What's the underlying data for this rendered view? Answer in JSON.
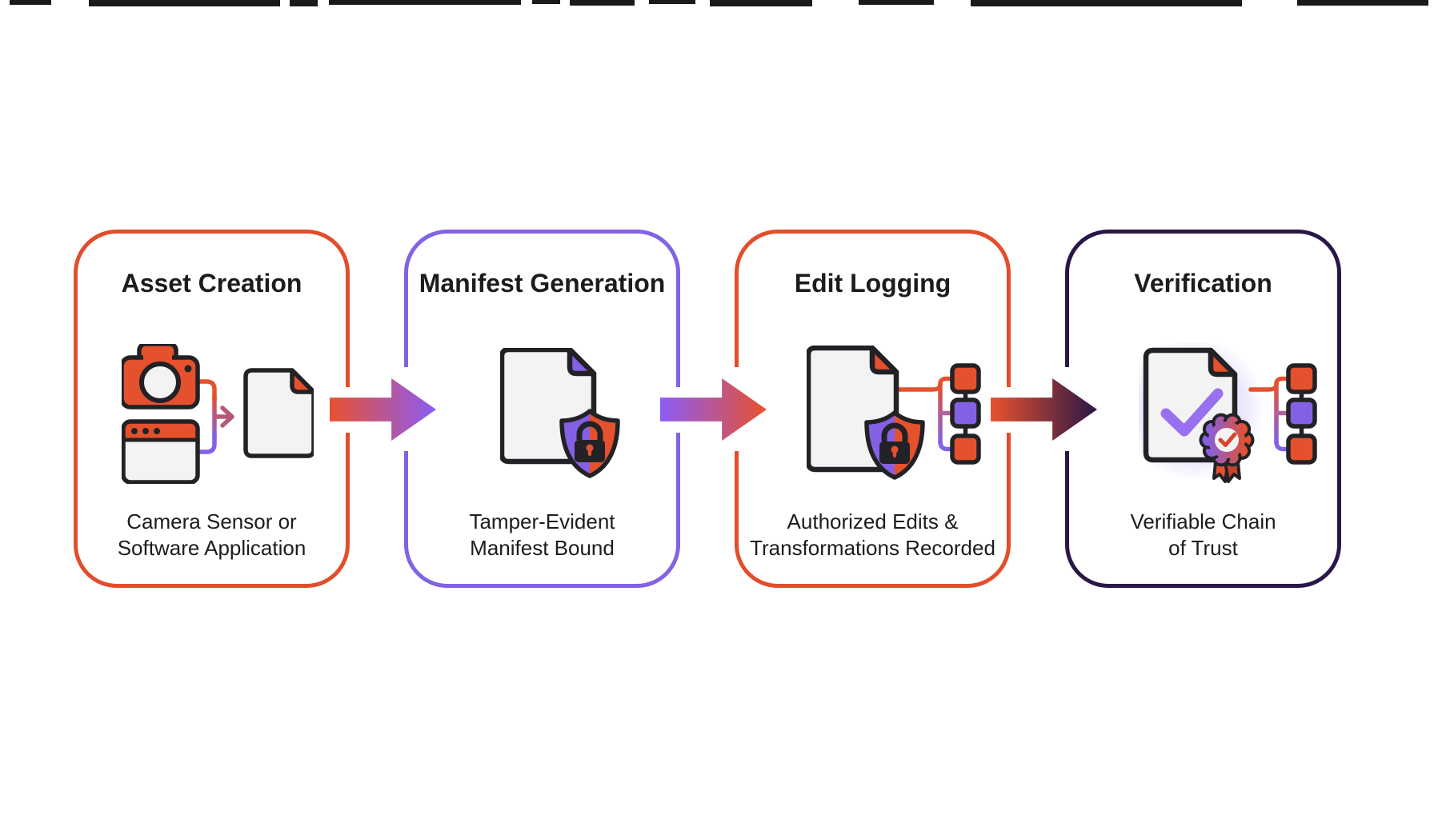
{
  "page": {
    "background": "#FFFFFF"
  },
  "colors": {
    "orange": "#E5512D",
    "purple": "#8461E4",
    "navy": "#2A1747",
    "ink": "#1C1C1E",
    "outline": "#222226",
    "paper": "#F3F3F4",
    "rose": "#B4587C",
    "mauve": "#B4639A",
    "glow": "#9771F0",
    "badge_check": "#D8452E"
  },
  "diagram": {
    "type": "process-flow",
    "direction": "left-to-right",
    "step_count": 4
  },
  "steps": [
    {
      "id": "asset-creation",
      "title": "Asset Creation",
      "caption_lines": [
        "Camera Sensor or",
        "Software Application"
      ],
      "border_color": "#E24E2B",
      "icon": "camera-and-app-window-to-file-icon"
    },
    {
      "id": "manifest-generation",
      "title": "Manifest Generation",
      "caption_lines": [
        "Tamper-Evident",
        "Manifest Bound"
      ],
      "border_color": "#8163E3",
      "icon": "file-with-shield-lock-icon"
    },
    {
      "id": "edit-logging",
      "title": "Edit Logging",
      "caption_lines": [
        "Authorized Edits &",
        "Transformations Recorded"
      ],
      "border_color": "#E24E2B",
      "icon": "file-shield-lock-with-version-tree-icon"
    },
    {
      "id": "verification",
      "title": "Verification",
      "caption_lines": [
        "Verifiable Chain",
        "of Trust"
      ],
      "border_color": "#2A1747",
      "icon": "verified-file-rosette-badge-version-tree-icon"
    }
  ],
  "arrows": [
    {
      "from": "asset-creation",
      "to": "manifest-generation",
      "gradient": [
        "#E8512E",
        "#8B5CF6"
      ]
    },
    {
      "from": "manifest-generation",
      "to": "edit-logging",
      "gradient": [
        "#8B5CF6",
        "#E8512E"
      ]
    },
    {
      "from": "edit-logging",
      "to": "verification",
      "gradient": [
        "#E8512E",
        "#2A1747"
      ]
    }
  ],
  "top_edge_fragments": {
    "color": "#1A1A1C",
    "segments": [
      [
        12,
        52,
        6
      ],
      [
        111,
        239,
        8
      ],
      [
        362,
        35,
        8
      ],
      [
        411,
        240,
        6
      ],
      [
        665,
        35,
        5
      ],
      [
        712,
        81,
        7
      ],
      [
        811,
        58,
        5
      ],
      [
        887,
        128,
        8
      ],
      [
        1073,
        94,
        6
      ],
      [
        1213,
        339,
        8
      ],
      [
        1424,
        40,
        5
      ],
      [
        1621,
        164,
        7
      ]
    ]
  }
}
